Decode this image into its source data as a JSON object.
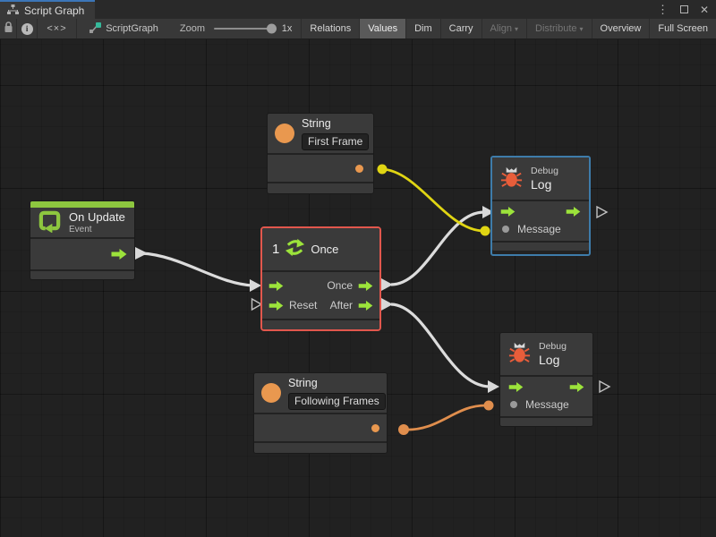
{
  "window": {
    "tab_title": "Script Graph"
  },
  "icons": {
    "chevron_down": "▾",
    "kebab": "⋮",
    "close": "✕",
    "code": "<×>",
    "info": "i"
  },
  "toolbar": {
    "graph_name": "ScriptGraph",
    "zoom_label": "Zoom",
    "zoom_value": "1x",
    "buttons": [
      {
        "label": "Relations",
        "active": false,
        "disabled": false
      },
      {
        "label": "Values",
        "active": true,
        "disabled": false
      },
      {
        "label": "Dim",
        "active": false,
        "disabled": false
      },
      {
        "label": "Carry",
        "active": false,
        "disabled": false
      },
      {
        "label": "Align",
        "active": false,
        "disabled": true,
        "dropdown": true
      },
      {
        "label": "Distribute",
        "active": false,
        "disabled": true,
        "dropdown": true
      },
      {
        "label": "Overview",
        "active": false,
        "disabled": false
      },
      {
        "label": "Full Screen",
        "active": false,
        "disabled": false
      }
    ]
  },
  "nodes": {
    "on_update": {
      "title": "On Update",
      "subtitle": "Event"
    },
    "string_first": {
      "title": "String",
      "value": "First Frame"
    },
    "once": {
      "count": "1",
      "title": "Once",
      "out_once": "Once",
      "in_reset": "Reset",
      "out_after": "After"
    },
    "debug_log_top": {
      "category": "Debug",
      "title": "Log",
      "message": "Message"
    },
    "debug_log_bottom": {
      "category": "Debug",
      "title": "Log",
      "message": "Message"
    },
    "string_following": {
      "title": "String",
      "value": "Following Frames"
    }
  },
  "colors": {
    "accent_green": "#8dc63f",
    "port_green": "#9ce33b",
    "selection_red": "#e2574d",
    "selection_blue": "#3e7caa",
    "wire_white": "#dcdcdc",
    "wire_yellow": "#e0d513",
    "wire_orange": "#e08e4d",
    "string_orange": "#e9984f",
    "bug_orange": "#e85d3a",
    "tab_accent_blue": "#3c76b8"
  }
}
